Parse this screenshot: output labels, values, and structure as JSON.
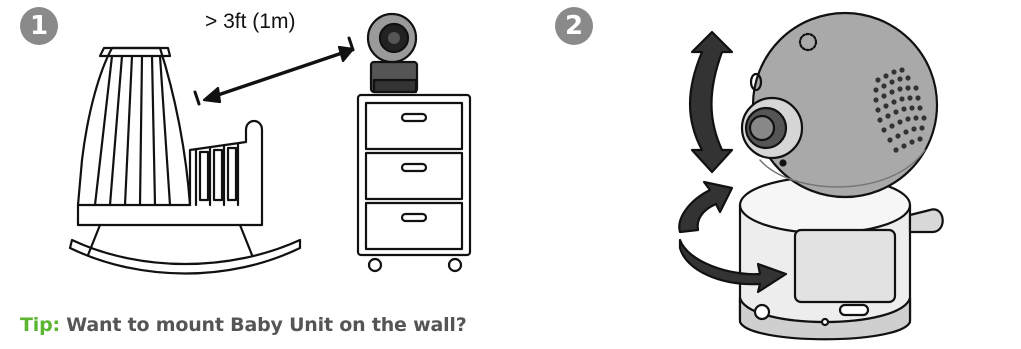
{
  "steps": {
    "step1_number": "1",
    "step2_number": "2"
  },
  "step1": {
    "distance_label": "> 3ft (1m)"
  },
  "tip": {
    "label": "Tip:",
    "text": " Want to mount Baby Unit on the wall?"
  },
  "colors": {
    "badge": "#8a8a8a",
    "tip_accent": "#5cb531",
    "tip_text": "#555555",
    "camera_gray": "#a9a9a9",
    "line_art": "#111111"
  },
  "icons": [
    "cradle-icon",
    "drawer-cabinet-icon",
    "camera-icon",
    "distance-arrow-icon",
    "tilt-arrow-icon",
    "pan-arrow-icon"
  ]
}
